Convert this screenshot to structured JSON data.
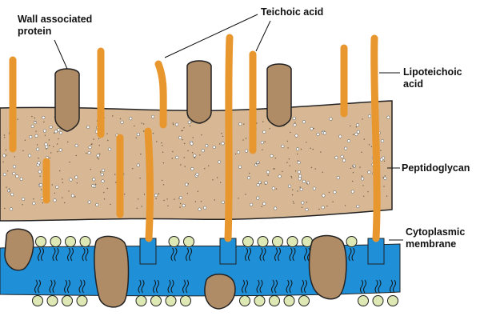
{
  "labels": {
    "wall_associated_protein": [
      "Wall associated",
      "protein"
    ],
    "teichoic_acid": "Teichoic acid",
    "lipoteichoic_acid": [
      "Lipoteichoic",
      "acid"
    ],
    "peptidoglycan": "Peptidoglycan",
    "cytoplasmic_membrane": [
      "Cytoplasmic",
      "membrane"
    ]
  },
  "colors": {
    "peptidoglycan": "#d8b894",
    "protein": "#b08c66",
    "teichoic_acid": "#e8962e",
    "membrane": "#1f8fd8",
    "lipid_head": "#dde8b4",
    "outline": "#222222"
  }
}
